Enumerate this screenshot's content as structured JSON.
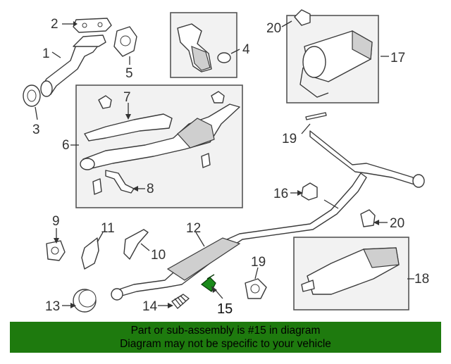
{
  "callouts": {
    "c1": "1",
    "c2": "2",
    "c3": "3",
    "c4": "4",
    "c5": "5",
    "c6": "6",
    "c7": "7",
    "c8": "8",
    "c9": "9",
    "c10": "10",
    "c11": "11",
    "c12": "12",
    "c13": "13",
    "c14": "14",
    "c15": "15",
    "c16": "16",
    "c17": "17",
    "c18": "18",
    "c19a": "19",
    "c19b": "19",
    "c20a": "20",
    "c20b": "20"
  },
  "highlight_part": "15",
  "colors": {
    "banner": "#1e7a0e",
    "highlight_part": "#1a8a1a",
    "box_fill": "#f2f2f2"
  },
  "banner": {
    "line1": "Part or sub-assembly is #15 in diagram",
    "line2": "Diagram may not be specific to your vehicle"
  }
}
